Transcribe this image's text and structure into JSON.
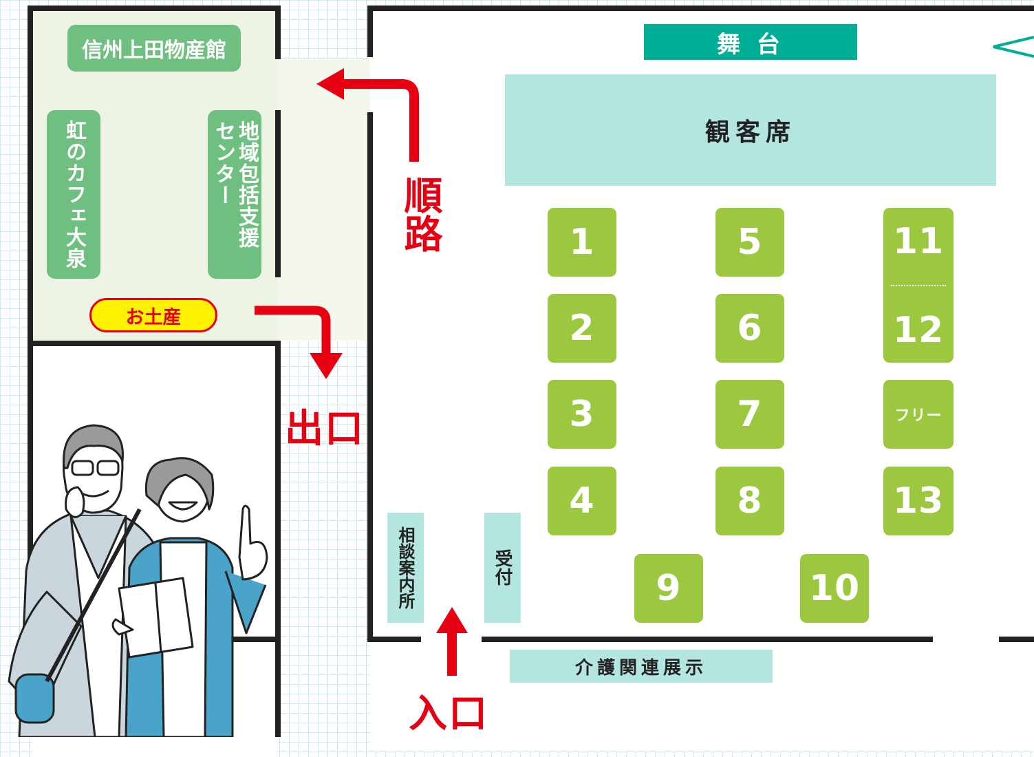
{
  "rooms": {
    "shop_name": "信州上田物産館",
    "cafe_name": "虹のカフェ大泉",
    "support_center": "地域包括支援センター",
    "souvenir": "お土産"
  },
  "hall": {
    "stage": "舞 台",
    "audience": "観客席",
    "consultation": "相談案内所",
    "reception": "受付",
    "care_exhibit": "介護関連展示"
  },
  "booths": [
    "1",
    "2",
    "3",
    "4",
    "5",
    "6",
    "7",
    "8",
    "9",
    "10",
    "11",
    "12",
    "フリー",
    "13"
  ],
  "route": {
    "route_label": "順路",
    "exit_label": "出口",
    "entrance_label": "入口"
  },
  "colors": {
    "booth": "#9bc83e",
    "shop_tag": "#6fbf80",
    "stage": "#00ad95",
    "audience": "#b4e6e0",
    "route_red": "#e60012",
    "souvenir_bg": "#fff200"
  },
  "illustration": "elderly-couple-with-map"
}
